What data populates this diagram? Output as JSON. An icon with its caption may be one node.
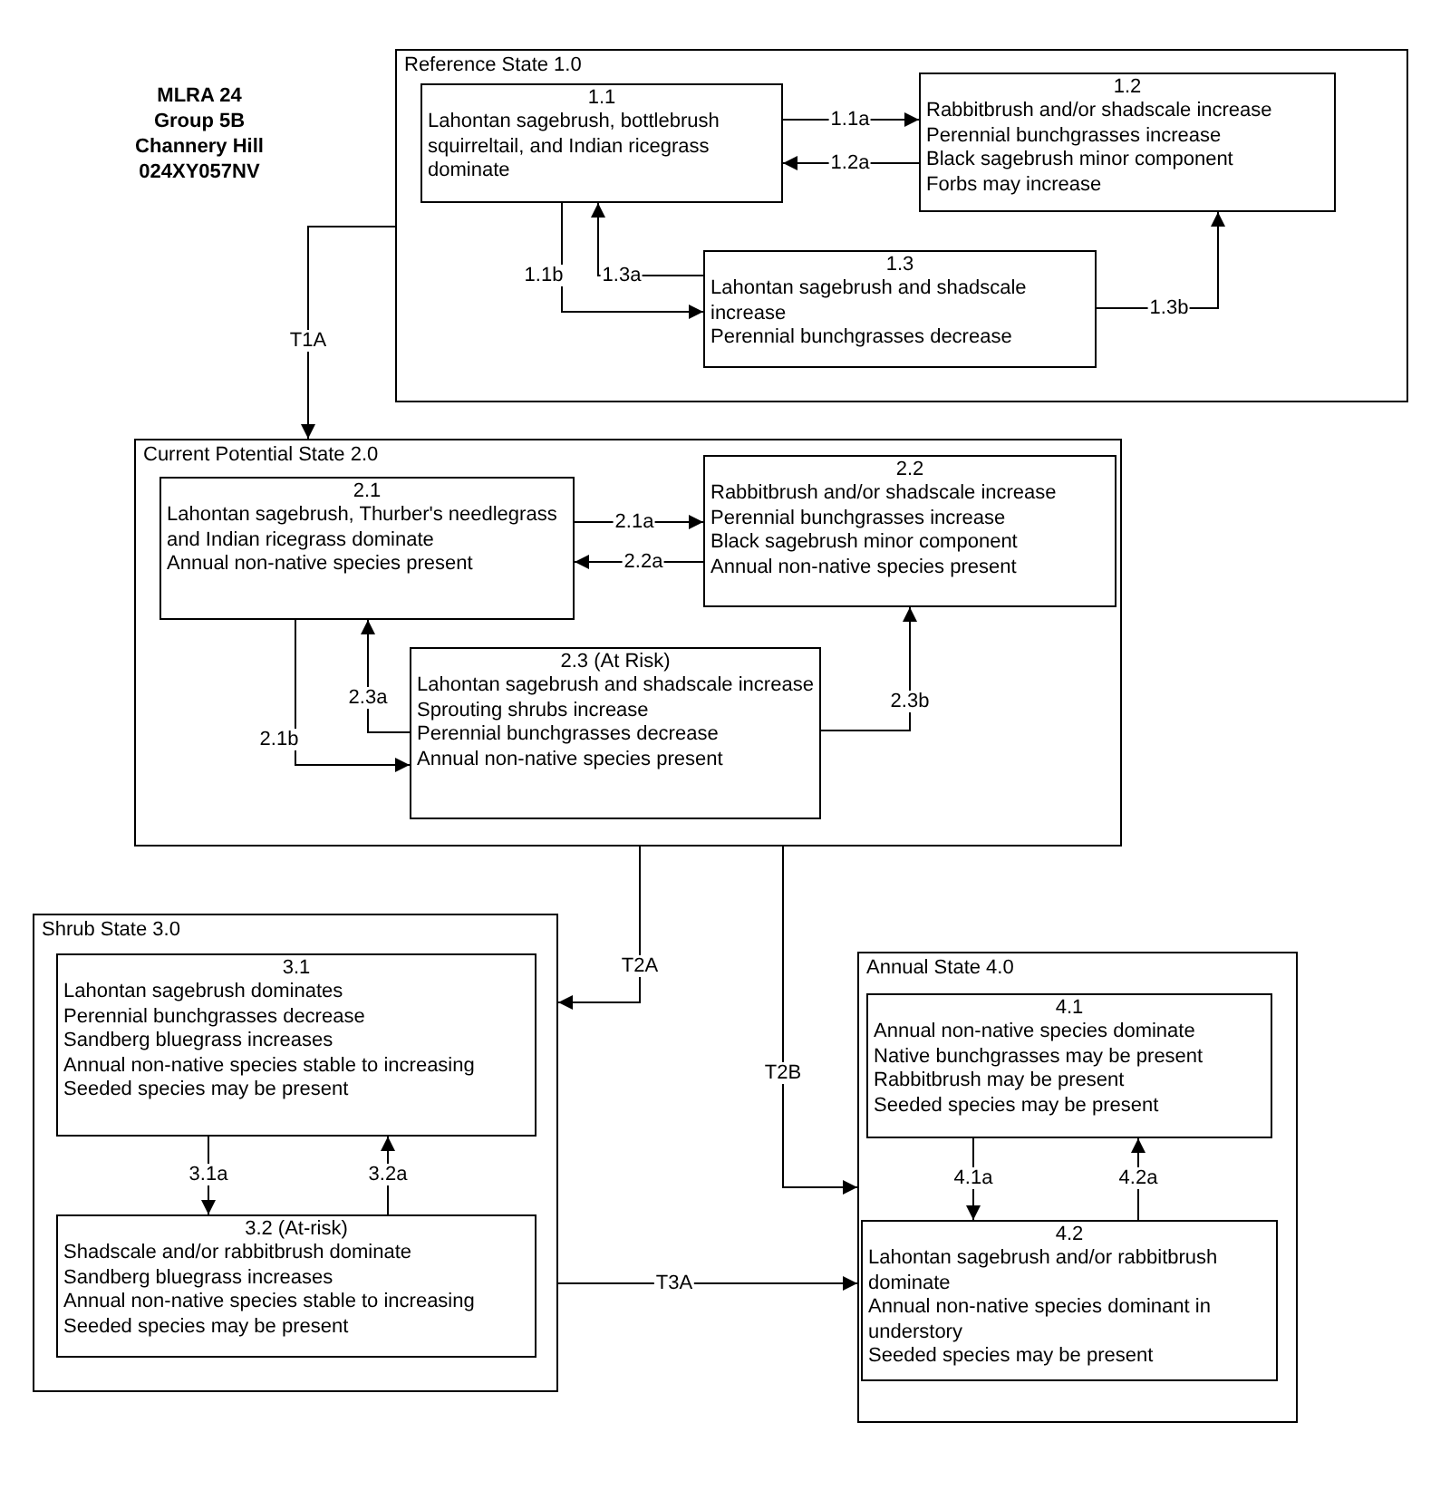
{
  "diagram": {
    "nodes": [
      {
        "text": [
          "Reference State 1.0"
        ]
      },
      {
        "text": [
          "1.1",
          "Lahontan sagebrush, bottlebrush squirreltail, and Indian ricegrass dominate"
        ],
        "in": 0
      },
      {
        "text": [
          "1.2",
          "Rabbitbrush and/or shadscale increase",
          "Perennial bunchgrasses increase",
          "Black sagebrush minor component",
          "Forbs may increase"
        ],
        "in": 0
      },
      {
        "text": [
          "1.3",
          "Lahontan sagebrush and shadscale increase",
          "Perennial bunchgrasses decrease"
        ],
        "in": 0
      },
      {
        "text": [
          "Current Potential State 2.0"
        ]
      },
      {
        "text": [
          "2.1",
          "Lahontan sagebrush, Thurber's needlegrass and Indian ricegrass dominate",
          "Annual non-native species present"
        ],
        "in": 4
      },
      {
        "text": [
          "2.2",
          "Rabbitbrush and/or shadscale increase",
          "Perennial bunchgrasses increase",
          "Black sagebrush minor component",
          "Annual non-native species present"
        ],
        "in": 4
      },
      {
        "text": [
          "2.3 (At Risk)",
          "Lahontan sagebrush and shadscale increase",
          "Sprouting shrubs increase",
          "Perennial bunchgrasses decrease",
          "Annual non-native species present"
        ],
        "in": 4
      },
      {
        "text": [
          "Shrub State 3.0"
        ]
      },
      {
        "text": [
          "3.1",
          "Lahontan sagebrush dominates",
          "Perennial bunchgrasses decrease",
          "Sandberg bluegrass increases",
          "Annual non-native species stable to increasing",
          "Seeded species may be present"
        ],
        "in": 8
      },
      {
        "text": [
          "3.2 (At-risk)",
          "Shadscale and/or rabbitbrush dominate",
          "Sandberg bluegrass increases",
          "Annual non-native species stable to increasing",
          "Seeded species may be present"
        ],
        "in": 8
      },
      {
        "text": [
          "Annual State 4.0"
        ]
      },
      {
        "text": [
          "4.1",
          "Annual non-native species dominate",
          "Native bunchgrasses may be present",
          "Rabbitbrush may be present",
          "Seeded species may be present"
        ],
        "in": 11
      },
      {
        "text": [
          "4.2",
          "Lahontan sagebrush and/or rabbitbrush dominate",
          "Annual non-native species dominant in understory",
          "Seeded species may be present"
        ],
        "in": 11
      }
    ],
    "edges": [
      {
        "from": 1,
        "to": 2,
        "arrow": "to",
        "label": "1.1a"
      },
      {
        "from": 2,
        "to": 1,
        "arrow": "to",
        "label": "1.2a"
      },
      {
        "from": 1,
        "to": 3,
        "arrow": "to",
        "label": "1.1b"
      },
      {
        "from": 3,
        "to": 1,
        "arrow": "to",
        "label": "1.3a"
      },
      {
        "from": 3,
        "to": 2,
        "arrow": "to",
        "label": "1.3b"
      },
      {
        "from": 0,
        "to": 4,
        "arrow": "to",
        "label": "T1A"
      },
      {
        "from": 5,
        "to": 6,
        "arrow": "to",
        "label": "2.1a"
      },
      {
        "from": 6,
        "to": 5,
        "arrow": "to",
        "label": "2.2a"
      },
      {
        "from": 5,
        "to": 7,
        "arrow": "to",
        "label": "2.1b"
      },
      {
        "from": 7,
        "to": 5,
        "arrow": "to",
        "label": "2.3a"
      },
      {
        "from": 7,
        "to": 6,
        "arrow": "to",
        "label": "2.3b"
      },
      {
        "from": 4,
        "to": 8,
        "arrow": "to",
        "label": "T2A"
      },
      {
        "from": 4,
        "to": 11,
        "arrow": "to",
        "label": "T2B"
      },
      {
        "from": 9,
        "to": 10,
        "arrow": "to",
        "label": "3.1a"
      },
      {
        "from": 10,
        "to": 9,
        "arrow": "to",
        "label": "3.2a"
      },
      {
        "from": 12,
        "to": 13,
        "arrow": "to",
        "label": "4.1a"
      },
      {
        "from": 13,
        "to": 12,
        "arrow": "to",
        "label": "4.2a"
      },
      {
        "from": 8,
        "to": 11,
        "arrow": "to",
        "label": "T3A"
      }
    ],
    "labels": [
      "MLRA 24",
      "Group 5B",
      "Channery Hill",
      "024XY057NV"
    ]
  }
}
